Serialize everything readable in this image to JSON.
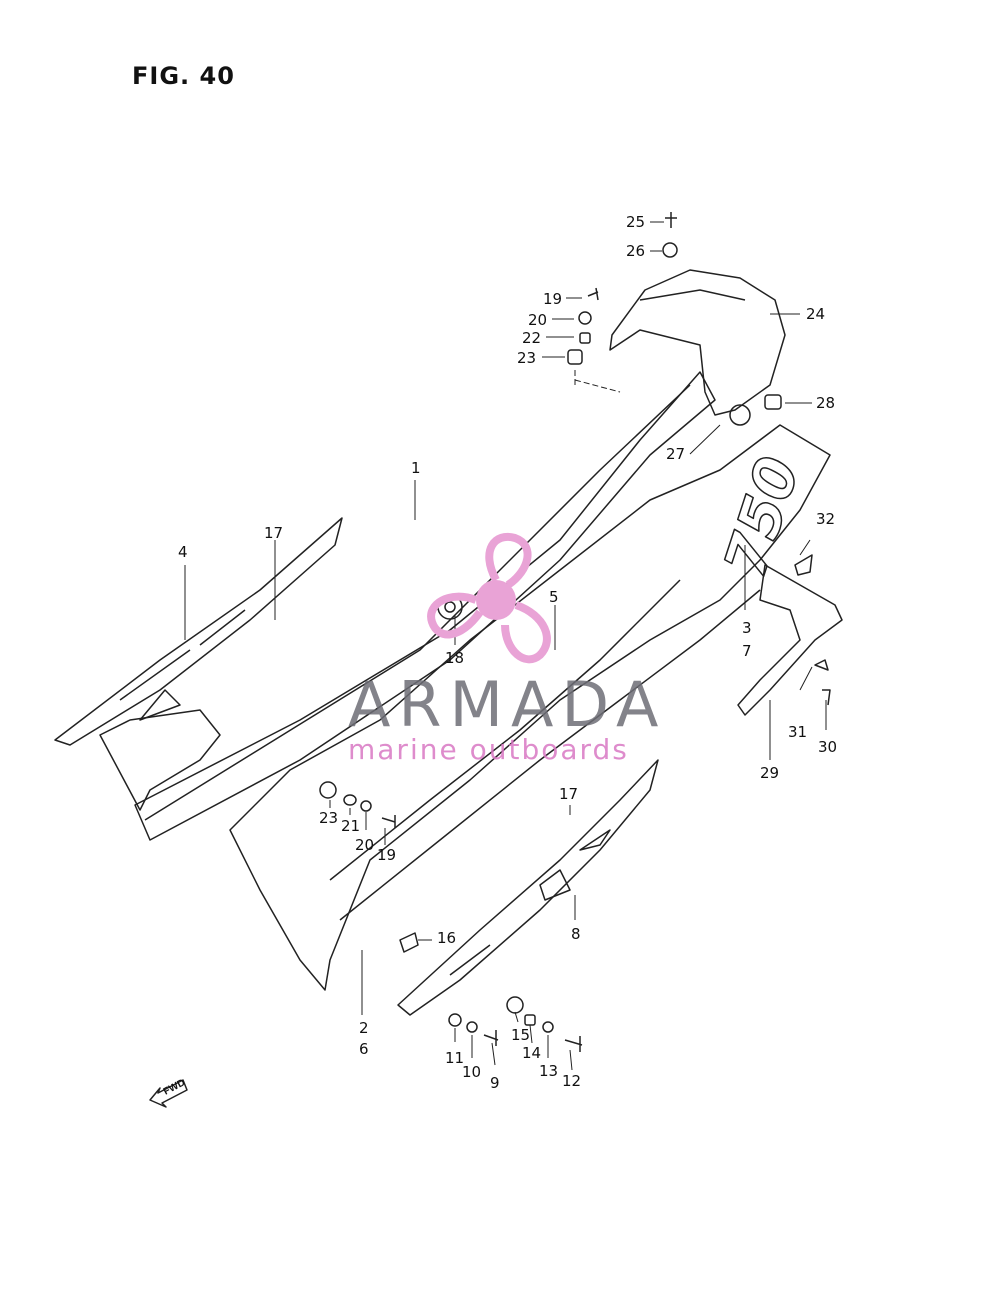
{
  "figure": {
    "title": "FIG. 40"
  },
  "watermark": {
    "name": "ARMADA",
    "subtitle": "marine outboards",
    "color": "#e9a3d6"
  },
  "fwd_label": "FWD",
  "callouts": [
    {
      "id": "c25",
      "text": "25"
    },
    {
      "id": "c26",
      "text": "26"
    },
    {
      "id": "c19a",
      "text": "19"
    },
    {
      "id": "c20a",
      "text": "20"
    },
    {
      "id": "c22",
      "text": "22"
    },
    {
      "id": "c23a",
      "text": "23"
    },
    {
      "id": "c24",
      "text": "24"
    },
    {
      "id": "c28",
      "text": "28"
    },
    {
      "id": "c27",
      "text": "27"
    },
    {
      "id": "c1",
      "text": "1"
    },
    {
      "id": "c17a",
      "text": "17"
    },
    {
      "id": "c4",
      "text": "4"
    },
    {
      "id": "c32",
      "text": "32"
    },
    {
      "id": "c5",
      "text": "5"
    },
    {
      "id": "c18",
      "text": "18"
    },
    {
      "id": "c3",
      "text": "3"
    },
    {
      "id": "c7",
      "text": "7"
    },
    {
      "id": "c31",
      "text": "31"
    },
    {
      "id": "c30",
      "text": "30"
    },
    {
      "id": "c29",
      "text": "29"
    },
    {
      "id": "c17b",
      "text": "17"
    },
    {
      "id": "c23b",
      "text": "23"
    },
    {
      "id": "c21",
      "text": "21"
    },
    {
      "id": "c20b",
      "text": "20"
    },
    {
      "id": "c19b",
      "text": "19"
    },
    {
      "id": "c16",
      "text": "16"
    },
    {
      "id": "c8",
      "text": "8"
    },
    {
      "id": "c2",
      "text": "2"
    },
    {
      "id": "c6",
      "text": "6"
    },
    {
      "id": "c15",
      "text": "15"
    },
    {
      "id": "c11",
      "text": "11"
    },
    {
      "id": "c10",
      "text": "10"
    },
    {
      "id": "c9",
      "text": "9"
    },
    {
      "id": "c14",
      "text": "14"
    },
    {
      "id": "c13",
      "text": "13"
    },
    {
      "id": "c12",
      "text": "12"
    }
  ]
}
